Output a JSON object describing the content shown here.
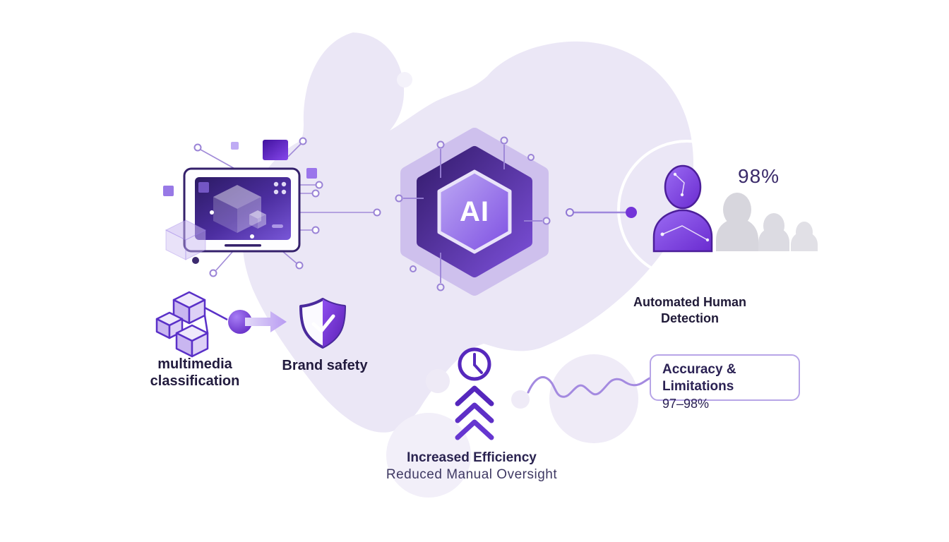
{
  "colors": {
    "background": "#ffffff",
    "blob": "#ebe7f6",
    "accent": "#6d28d9",
    "accent_dark": "#4c1f9a",
    "accent_light": "#a78bfa",
    "text_dark": "#221b3e",
    "text_muted": "#3f3963",
    "box_border": "#b7a5e7",
    "stat_text": "#3a2a6a",
    "gray_figure": "#d7d6dd"
  },
  "ai_core": {
    "label": "AI"
  },
  "human_detection": {
    "stat": "98%",
    "label_line1": "Automated Human",
    "label_line2": "Detection"
  },
  "accuracy": {
    "title": "Accuracy & Limitations",
    "range": "97–98%"
  },
  "classification": {
    "label_line1": "multimedia",
    "label_line2": "classification"
  },
  "brand_safety": {
    "label": "Brand safety"
  },
  "efficiency": {
    "label": "Increased Efficiency",
    "sublabel": "Reduced Manual Oversight"
  },
  "icons": {
    "ai_hexagon": "hexagon-ai-core",
    "monitor": "multimedia-monitor",
    "person": "detected-person-silhouette",
    "crowd": "background-person-silhouettes",
    "shield": "brand-safety-shield-check",
    "cubes": "classification-cube-cluster",
    "arrow": "flow-arrow-right",
    "clock": "efficiency-clock",
    "chevrons": "triple-chevron-up",
    "wave": "signal-wave-line"
  }
}
